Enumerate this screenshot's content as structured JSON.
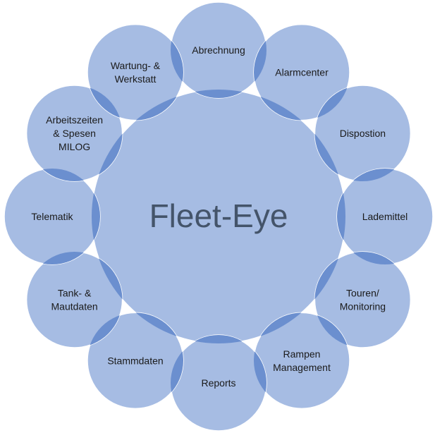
{
  "diagram": {
    "center": {
      "label": "Fleet-Eye"
    },
    "nodes": [
      {
        "lines": [
          "Abrechnung"
        ]
      },
      {
        "lines": [
          "Alarmcenter"
        ]
      },
      {
        "lines": [
          "Dispostion"
        ]
      },
      {
        "lines": [
          "Lademittel"
        ]
      },
      {
        "lines": [
          "Touren/",
          "Monitoring"
        ]
      },
      {
        "lines": [
          "Rampen",
          "Management"
        ]
      },
      {
        "lines": [
          "Reports"
        ]
      },
      {
        "lines": [
          "Stammdaten"
        ]
      },
      {
        "lines": [
          "Tank- &",
          "Mautdaten"
        ]
      },
      {
        "lines": [
          "Telematik"
        ]
      },
      {
        "lines": [
          "Arbeitszeiten",
          "& Spesen",
          "MILOG"
        ]
      },
      {
        "lines": [
          "Wartung- &",
          "Werkstatt"
        ]
      }
    ],
    "colors": {
      "circle_fill": "#a6bce3",
      "overlap_fill": "#6b8fcf",
      "outline": "#ffffff",
      "center_text": "#44546a",
      "node_text": "#1a1a1a"
    }
  }
}
